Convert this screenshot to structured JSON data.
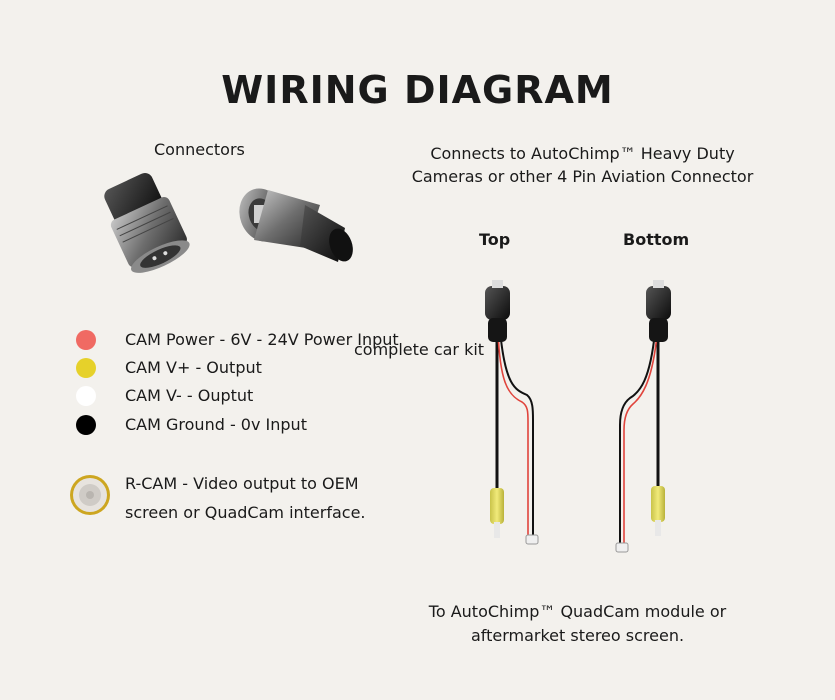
{
  "title": "WIRING DIAGRAM",
  "connectors_label": "Connectors",
  "connects_to": [
    "Connects to AutoChimp™ Heavy Duty",
    "Cameras or other 4 Pin Aviation Connector"
  ],
  "harness_labels": {
    "top": "Top",
    "bottom": "Bottom"
  },
  "kit_label": "complete car kit",
  "legend": [
    {
      "color": "#f06a63",
      "label": "CAM Power - 6V - 24V Power Input"
    },
    {
      "color": "#e6d12a",
      "label": "CAM V+ - Output"
    },
    {
      "color": "#ffffff",
      "label": "CAM V- - Ouptut"
    },
    {
      "color": "#000000",
      "label": "CAM Ground - 0v Input"
    }
  ],
  "rcam": [
    "R-CAM - Video output to OEM",
    "screen or QuadCam interface."
  ],
  "to_module": [
    "To AutoChimp™ QuadCam module or",
    "aftermarket stereo screen."
  ]
}
